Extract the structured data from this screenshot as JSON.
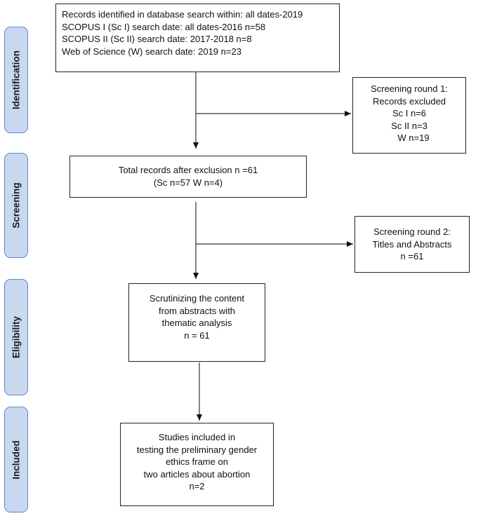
{
  "phases": {
    "identification": "Identification",
    "screening": "Screening",
    "eligibility": "Eligibility",
    "included": "Included"
  },
  "boxes": {
    "records_identified": [
      "Records identified in database search within: all dates-2019",
      "SCOPUS I   (Sc I) search date: all dates-2016 n=58",
      "SCOPUS II (Sc II) search date: 2017-2018 n=8",
      "Web of Science (W) search date: 2019 n=23"
    ],
    "screening_round_1": [
      "Screening round 1:",
      "Records excluded",
      "Sc I n=6",
      "Sc II n=3",
      "W n=19"
    ],
    "after_exclusion": [
      "Total records after exclusion n =61",
      "(Sc n=57  W n=4)"
    ],
    "screening_round_2": [
      "Screening round 2:",
      "Titles and Abstracts",
      "n =61"
    ],
    "scrutinizing": [
      "Scrutinizing the content",
      "from abstracts with",
      "thematic analysis",
      "n = 61"
    ],
    "studies_included": [
      "Studies included in",
      "testing the preliminary gender",
      "ethics frame on",
      "two articles about abortion",
      "n=2"
    ]
  }
}
